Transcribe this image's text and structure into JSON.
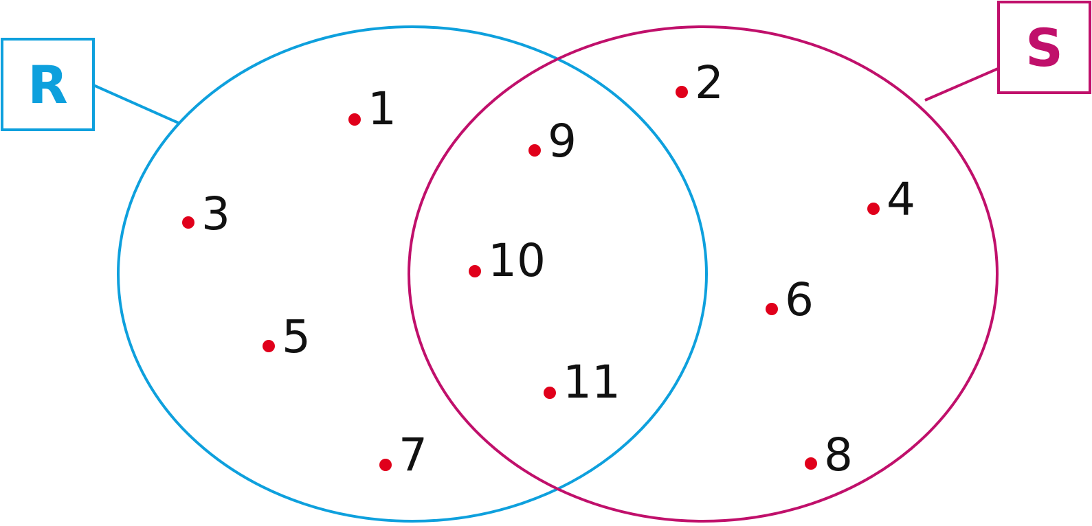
{
  "sets": {
    "R": {
      "label": "R",
      "color": "#0ea0dd"
    },
    "S": {
      "label": "S",
      "color": "#c0106b"
    }
  },
  "point_color": "#e0001b",
  "elements": {
    "only_R": [
      "1",
      "3",
      "5",
      "7"
    ],
    "intersection": [
      "9",
      "10",
      "11"
    ],
    "only_S": [
      "2",
      "4",
      "6",
      "8"
    ]
  }
}
